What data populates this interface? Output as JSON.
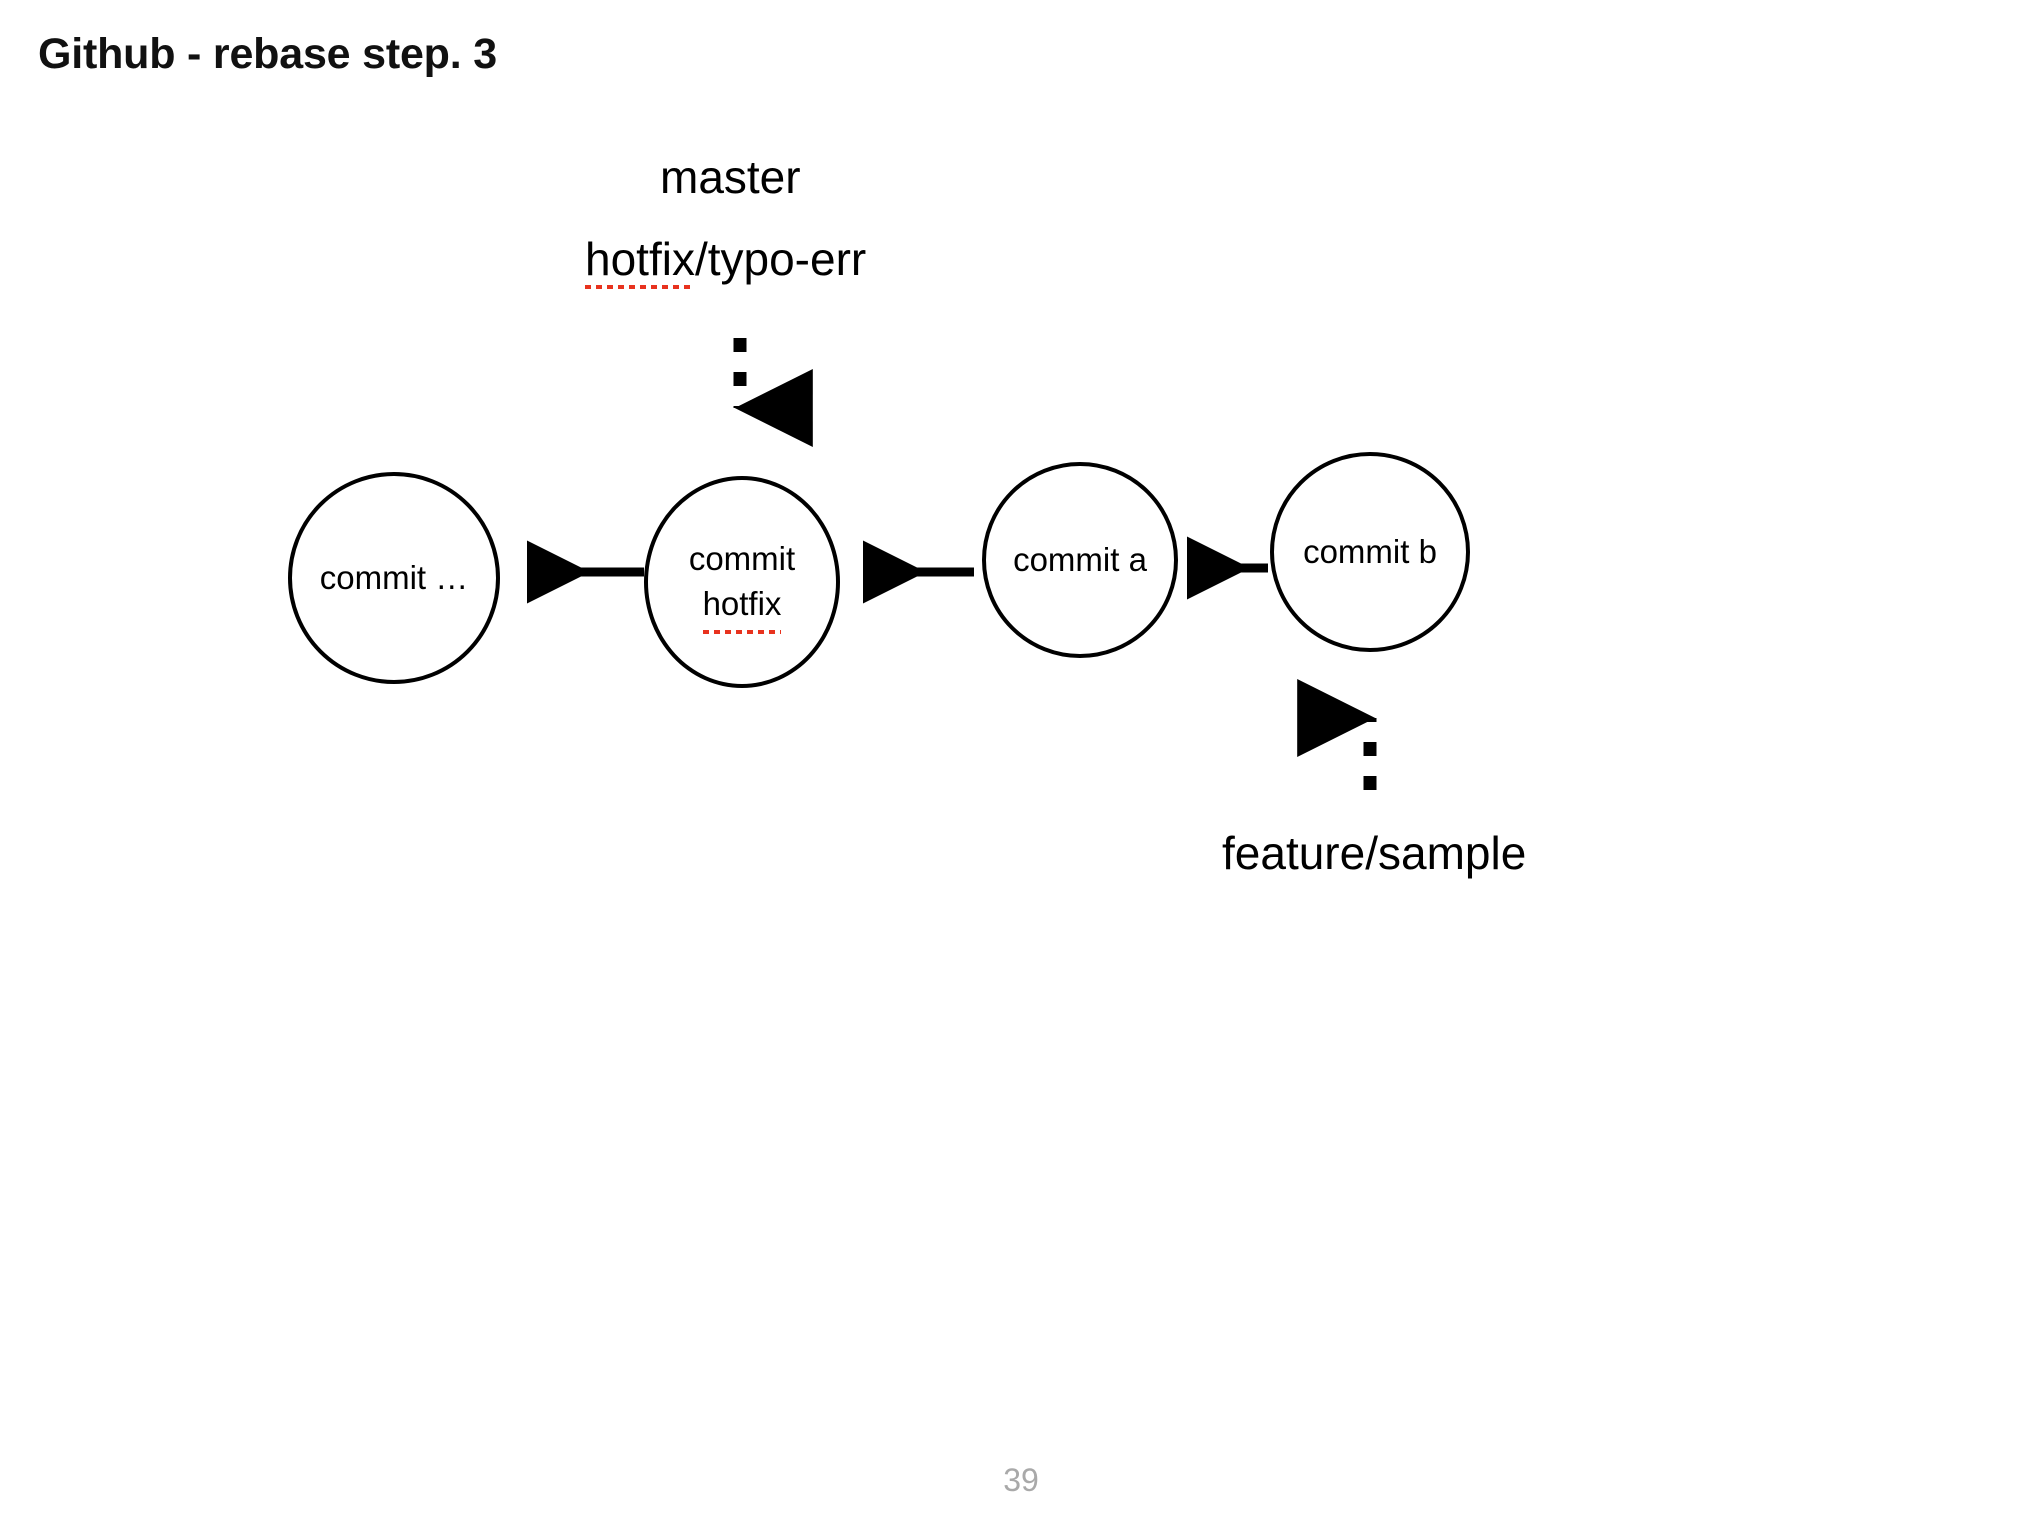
{
  "slide": {
    "title": "Github - rebase step. 3",
    "page_number": "39"
  },
  "colors": {
    "stroke": "#000000",
    "background": "#ffffff",
    "spellcheck_underline": "#e8321e",
    "page_number": "#a9a9a9"
  },
  "diagram": {
    "type": "git-commit-graph",
    "branch_labels": [
      {
        "id": "master",
        "text": "master",
        "misspelled": false
      },
      {
        "id": "hotfix-typo-err",
        "text_prefix": "hotfix",
        "text_suffix": "/typo-err",
        "misspelled_part": "hotfix"
      },
      {
        "id": "feature-sample",
        "text": "feature/sample",
        "misspelled": false
      }
    ],
    "nodes": [
      {
        "id": "commit-ellipsis",
        "line1": "commit …",
        "line2": "",
        "misspelled_line2": false
      },
      {
        "id": "commit-hotfix",
        "line1": "commit",
        "line2": "hotfix",
        "misspelled_line2": true
      },
      {
        "id": "commit-a",
        "line1": "commit a",
        "line2": "",
        "misspelled_line2": false
      },
      {
        "id": "commit-b",
        "line1": "commit b",
        "line2": "",
        "misspelled_line2": false
      }
    ],
    "edges": [
      {
        "id": "edge-hotfix-to-ellipsis",
        "from": "commit-hotfix",
        "to": "commit-ellipsis",
        "style": "solid",
        "direction": "left"
      },
      {
        "id": "edge-a-to-hotfix",
        "from": "commit-a",
        "to": "commit-hotfix",
        "style": "solid",
        "direction": "left"
      },
      {
        "id": "edge-b-to-a",
        "from": "commit-b",
        "to": "commit-a",
        "style": "solid",
        "direction": "left"
      },
      {
        "id": "edge-branch-hotfix",
        "from": "hotfix-typo-err",
        "to": "commit-hotfix",
        "style": "dashed",
        "direction": "down"
      },
      {
        "id": "edge-branch-feature",
        "from": "feature-sample",
        "to": "commit-b",
        "style": "dashed",
        "direction": "up"
      }
    ]
  }
}
